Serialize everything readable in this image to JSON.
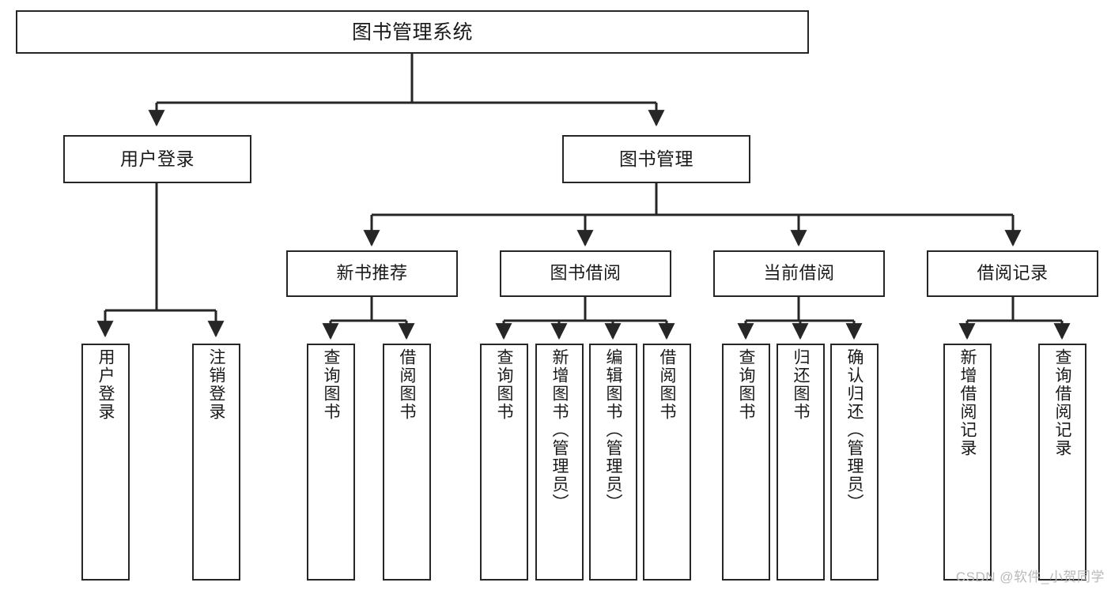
{
  "diagram": {
    "type": "tree-hierarchy",
    "title": "图书管理系统",
    "colors": {
      "box_border": "#262626",
      "box_fill": "#ffffff",
      "edge": "#262626",
      "text": "#1a1a1a",
      "watermark": "#b9b9b9",
      "background": "#ffffff"
    },
    "root": {
      "label": "图书管理系统"
    },
    "level2": [
      {
        "label": "用户登录"
      },
      {
        "label": "图书管理"
      }
    ],
    "level3": [
      {
        "label": "新书推荐"
      },
      {
        "label": "图书借阅"
      },
      {
        "label": "当前借阅"
      },
      {
        "label": "借阅记录"
      }
    ],
    "leaves": {
      "user_login": [
        {
          "label": "用户登录"
        },
        {
          "label": "注销登录"
        }
      ],
      "new_book_recommend": [
        {
          "label": "查询图书"
        },
        {
          "label": "借阅图书"
        }
      ],
      "book_borrow": [
        {
          "label": "查询图书"
        },
        {
          "label": "新增图书（管理员）"
        },
        {
          "label": "编辑图书（管理员）"
        },
        {
          "label": "借阅图书"
        }
      ],
      "current_borrow": [
        {
          "label": "查询图书"
        },
        {
          "label": "归还图书"
        },
        {
          "label": "确认归还（管理员）"
        }
      ],
      "borrow_record": [
        {
          "label": "新增借阅记录"
        },
        {
          "label": "查询借阅记录"
        }
      ]
    }
  },
  "watermark": {
    "text": "CSDN @软件_小贺同学"
  }
}
